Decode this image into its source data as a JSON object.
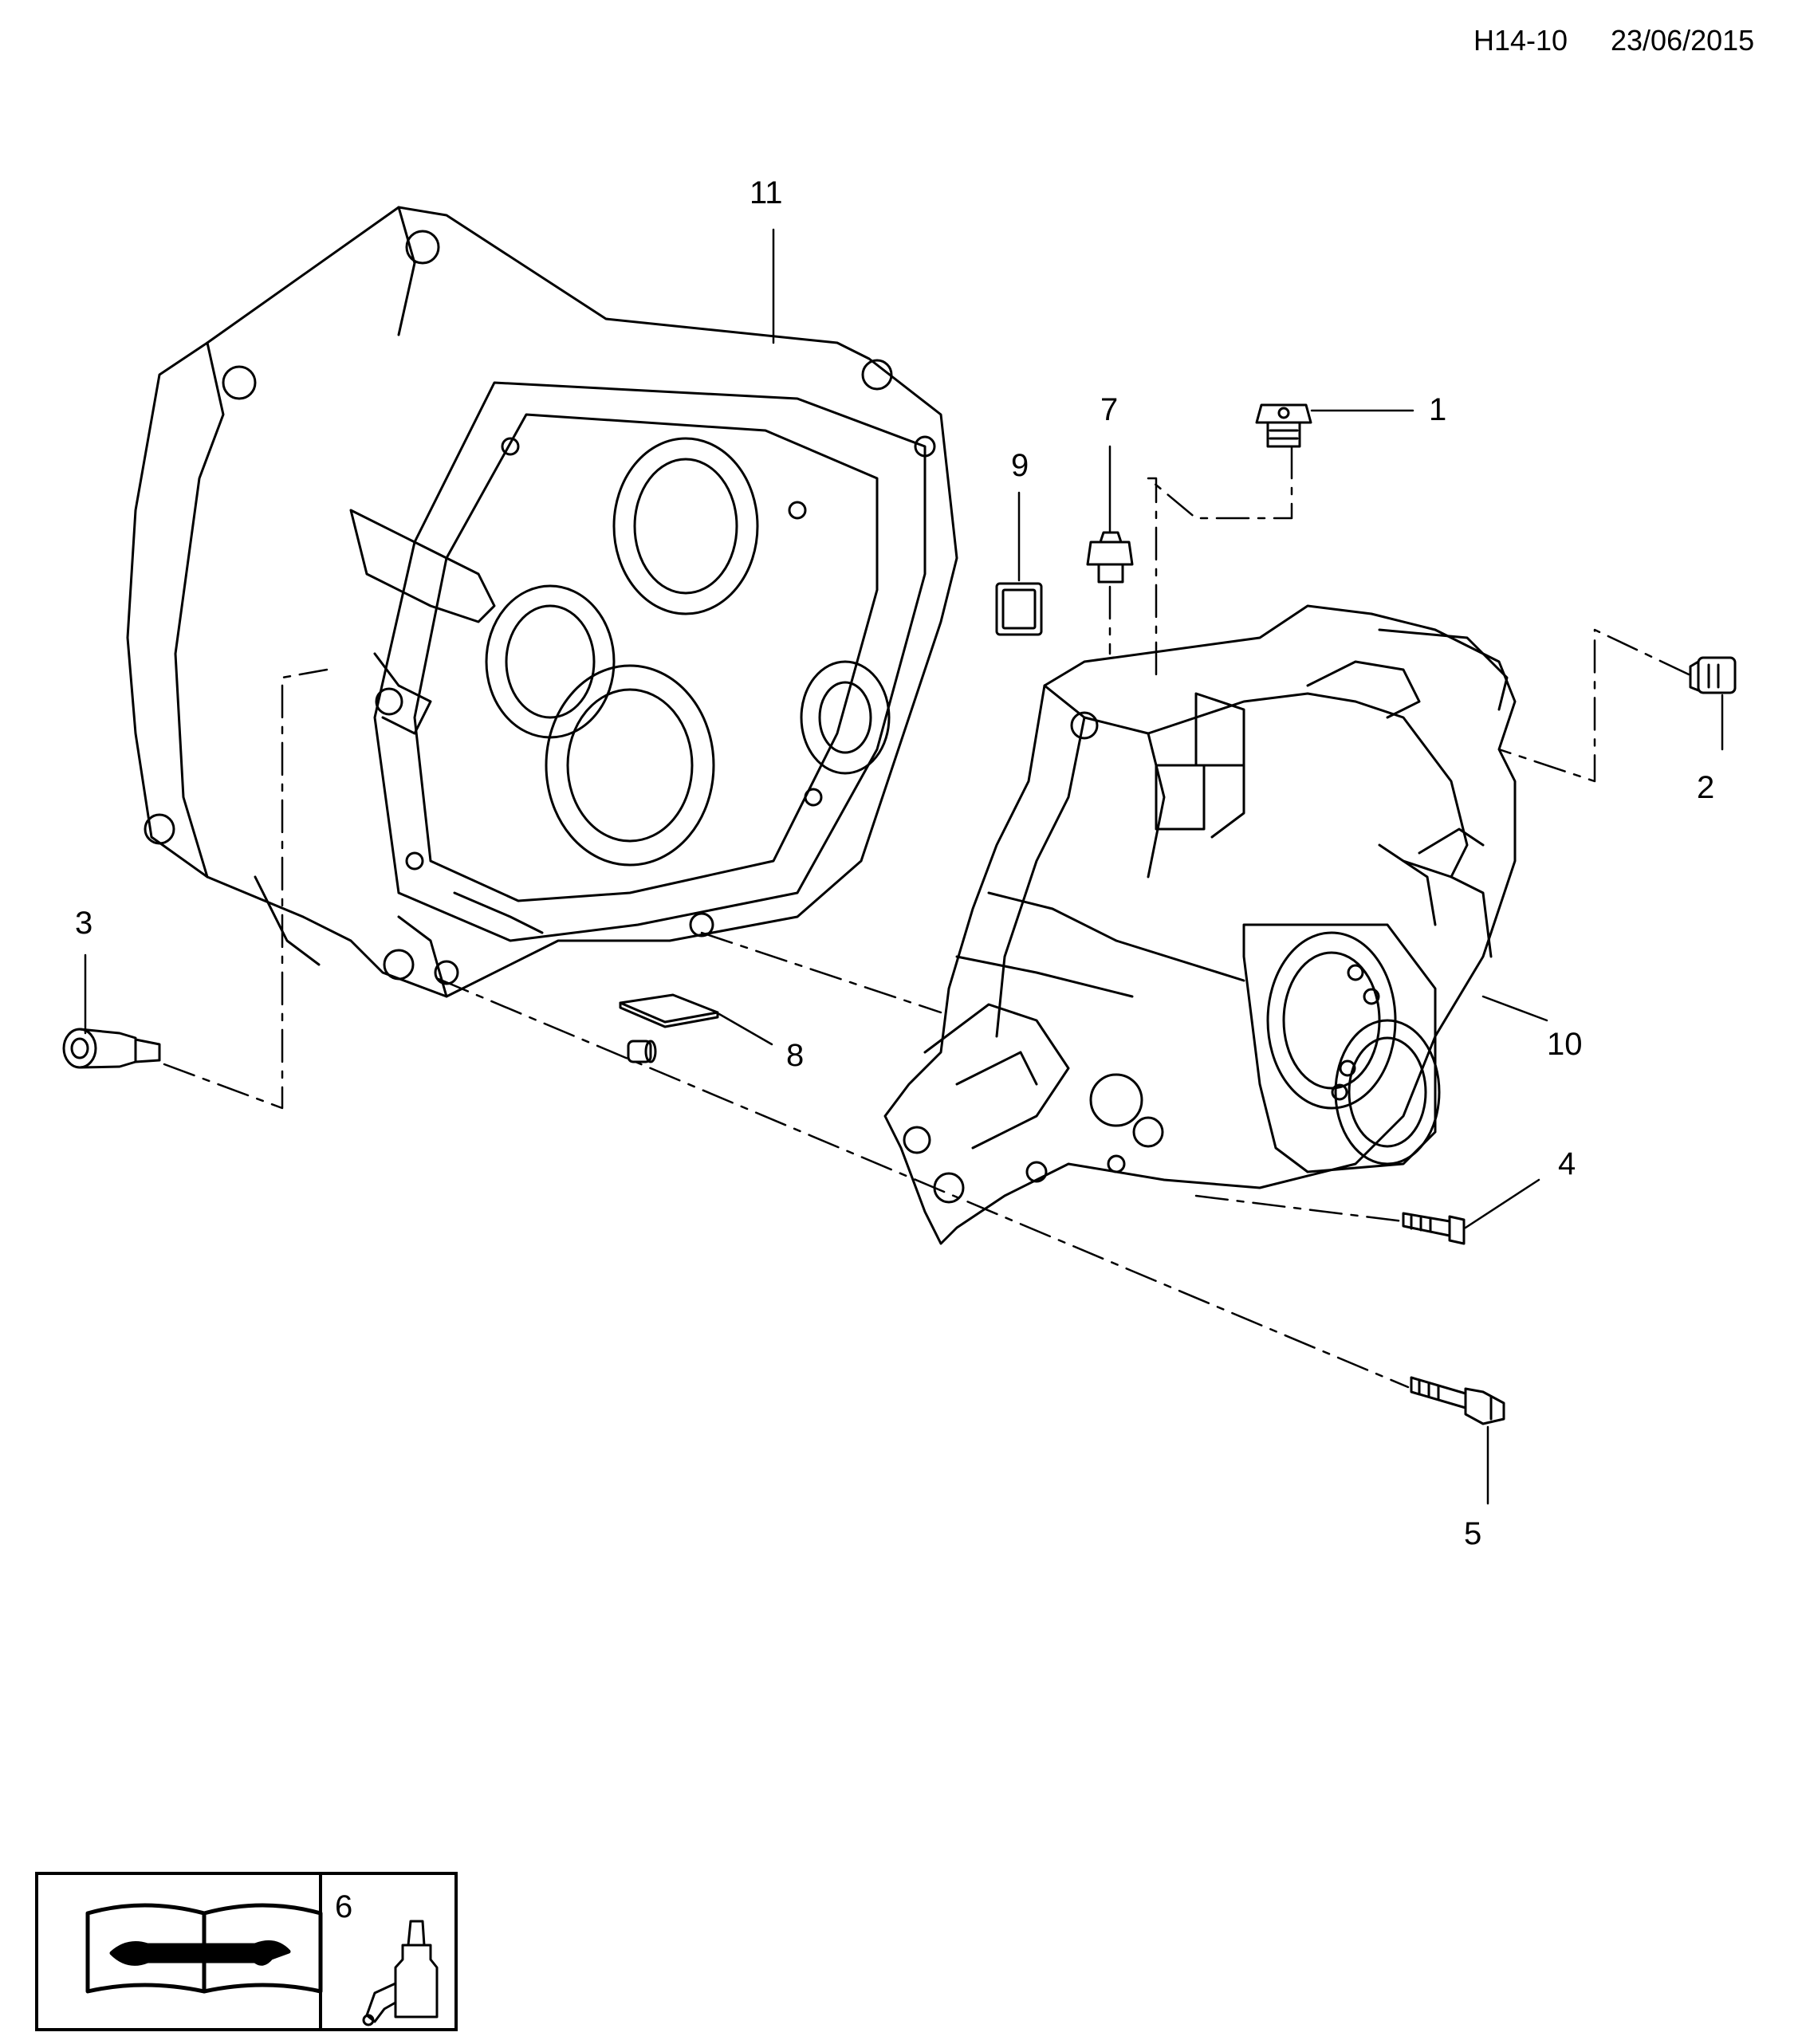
{
  "header": {
    "code": "H14-10",
    "date": "23/06/2015"
  },
  "callouts": [
    {
      "id": "1",
      "label": "1"
    },
    {
      "id": "2",
      "label": "2"
    },
    {
      "id": "3",
      "label": "3"
    },
    {
      "id": "4",
      "label": "4"
    },
    {
      "id": "5",
      "label": "5"
    },
    {
      "id": "7",
      "label": "7"
    },
    {
      "id": "8",
      "label": "8"
    },
    {
      "id": "9",
      "label": "9"
    },
    {
      "id": "10",
      "label": "10"
    },
    {
      "id": "11",
      "label": "11"
    }
  ],
  "legend": {
    "item_number": "6",
    "manual_icon": "repair-manual-icon",
    "sealant_icon": "sealant-bottle-icon"
  },
  "colors": {
    "line": "#000000",
    "background": "#ffffff"
  }
}
